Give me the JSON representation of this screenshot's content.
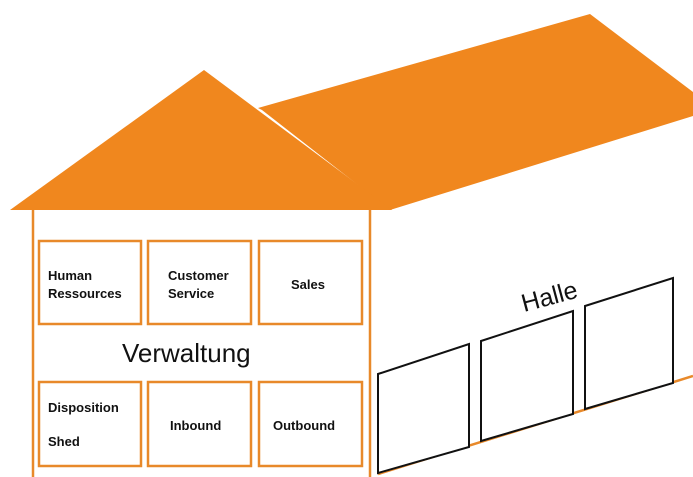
{
  "colors": {
    "roof": "#F0871E",
    "outline": "#E8892A",
    "gate": "#111111",
    "background": "#FFFFFF"
  },
  "verwaltung": {
    "title": "Verwaltung",
    "rooms_top": [
      {
        "lines": [
          "Human",
          "Ressources"
        ]
      },
      {
        "lines": [
          "Customer",
          "Service"
        ]
      },
      {
        "lines": [
          "Sales"
        ]
      }
    ],
    "rooms_bottom": [
      {
        "lines": [
          "Disposition",
          "Shed"
        ]
      },
      {
        "lines": [
          "Inbound"
        ]
      },
      {
        "lines": [
          "Outbound"
        ]
      }
    ]
  },
  "halle": {
    "title": "Halle",
    "gate_count": 3
  }
}
